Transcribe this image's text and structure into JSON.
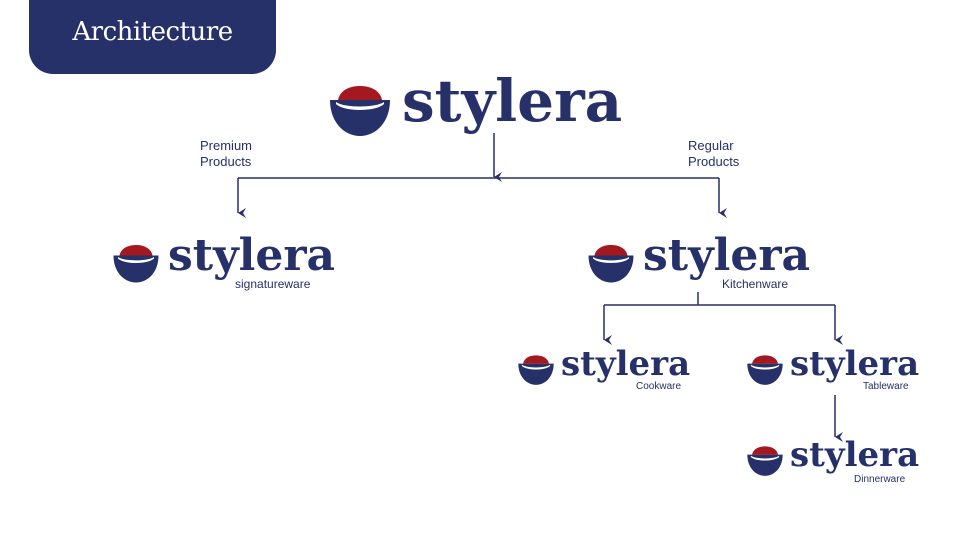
{
  "header": {
    "title": "Architecture"
  },
  "colors": {
    "navy": "#263069",
    "red": "#a3191f",
    "white": "#ffffff"
  },
  "icons": {
    "logo_mark": "bowl-icon"
  },
  "diagram": {
    "nodes": {
      "master": {
        "brand": "stylera",
        "sub": ""
      },
      "signature": {
        "brand": "stylera",
        "sub": "signatureware"
      },
      "kitchen": {
        "brand": "stylera",
        "sub": "Kitchenware"
      },
      "cookware": {
        "brand": "stylera",
        "sub": "Cookware"
      },
      "tableware": {
        "brand": "stylera",
        "sub": "Tableware"
      },
      "dinnerware": {
        "brand": "stylera",
        "sub": "Dinnerware"
      }
    },
    "branches": {
      "premium": [
        "Premium",
        "Products"
      ],
      "regular": [
        "Regular",
        "Products"
      ]
    }
  }
}
